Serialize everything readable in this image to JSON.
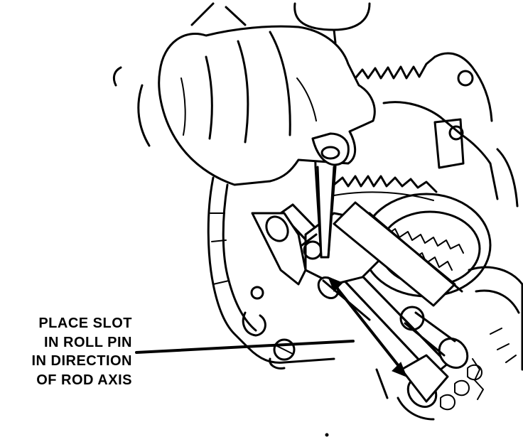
{
  "figure": {
    "caption_lines": [
      "PLACE SLOT",
      "IN ROLL PIN",
      "IN DIRECTION",
      "OF ROD AXIS"
    ],
    "ink_color": "#000000",
    "paper_color": "#ffffff"
  }
}
